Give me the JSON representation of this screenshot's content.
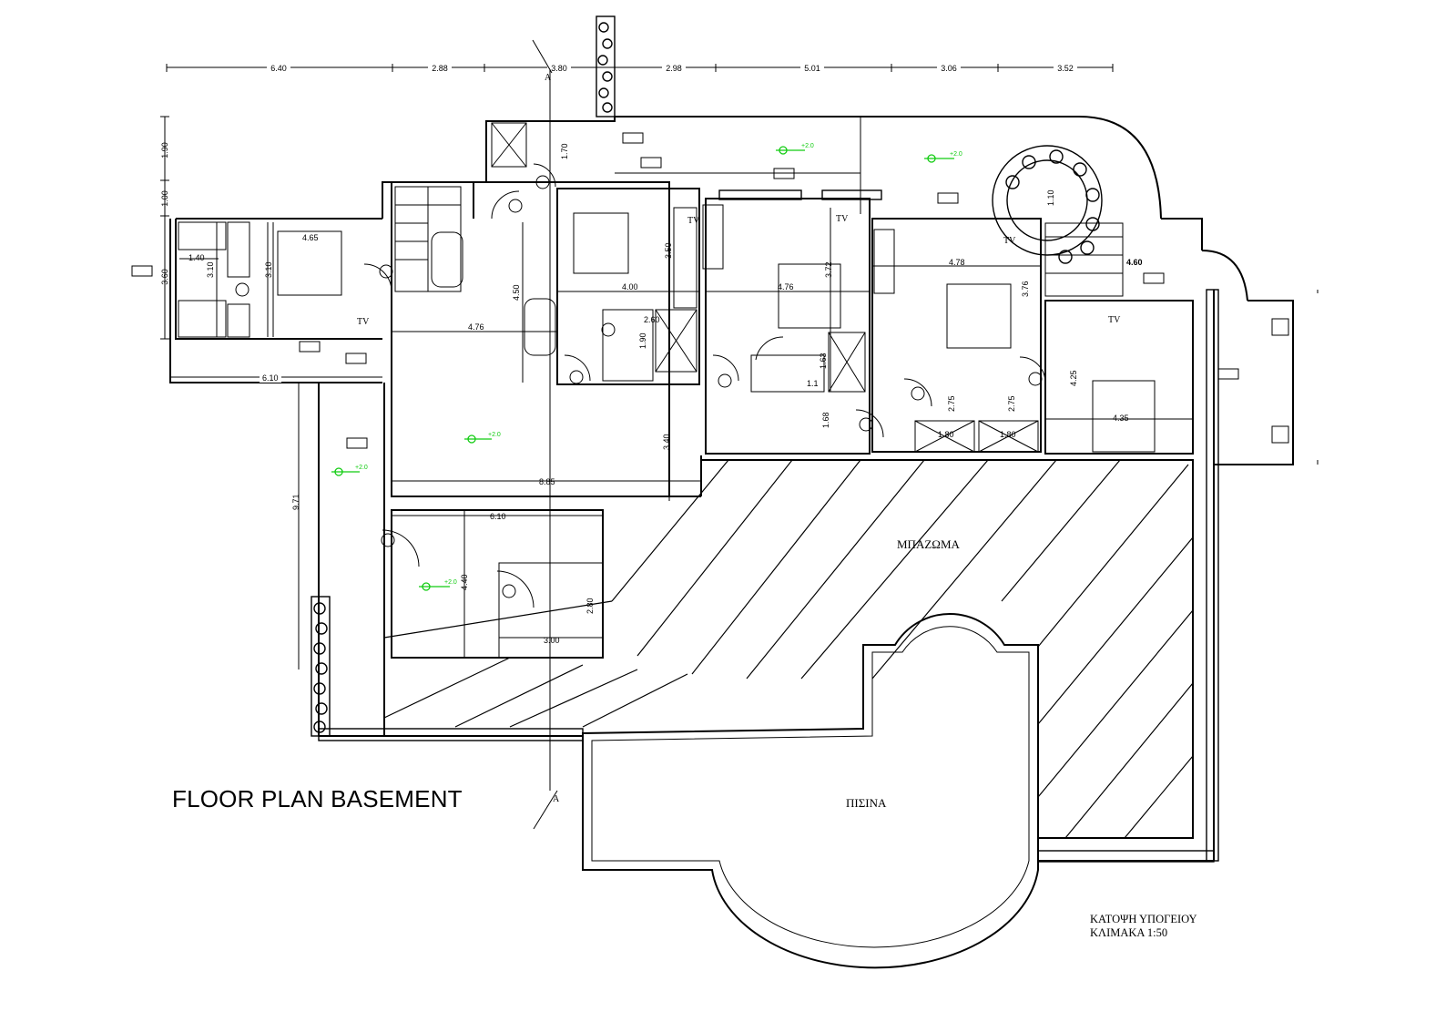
{
  "title": "FLOOR PLAN BASEMENT",
  "scale_note": {
    "line1": "ΚΑΤΟΨΗ ΥΠΟΓΕΙΟΥ",
    "line2": "ΚΛΙΜΑΚΑ 1:50"
  },
  "rooms": {
    "terrace": "ΜΠΑΖΩΜΑ",
    "pool": "ΠΙΣΙΝΑ"
  },
  "top_dimensions": [
    "6.40",
    "2.88",
    "3.80",
    "2.98",
    "5.01",
    "3.06",
    "3.52"
  ],
  "left_dimensions": [
    "1.90",
    "1.00",
    "3.60"
  ],
  "interior_dimensions": {
    "d1": "1.40",
    "d2": "3.10",
    "d3": "3.10",
    "d4": "4.65",
    "d5": "4.76",
    "d6": "4.50",
    "d7": "6.10",
    "d8": "9.71",
    "d9": "8.85",
    "d10": "3.40",
    "d11": "6.10",
    "d12": "4.40",
    "d13": "2.80",
    "d14": "3.00",
    "d15": "4.00",
    "d16": "3.50",
    "d17": "2.60",
    "d18": "1.90",
    "d19": "1.70",
    "d20": "4.76",
    "d21": "3.72",
    "d22": "1.63",
    "d23": "1.68",
    "d24": "4.78",
    "d25": "3.76",
    "d26": "2.75",
    "d27": "2.75",
    "d28": "1.80",
    "d29": "1.80",
    "d30": "4.25",
    "d31": "4.35",
    "d32": "4.60",
    "d33": "1.10",
    "d34": "1.1"
  },
  "tv_labels": [
    "TV",
    "TV",
    "TV",
    "TV",
    "TV",
    "TV"
  ],
  "section_markers": [
    "A",
    "A"
  ],
  "level_marks": [
    "+2.0",
    "+2.0",
    "+2.0",
    "+2.0",
    "+2.0"
  ],
  "colors": {
    "lines": "#000000",
    "level_marker": "#11cc11",
    "background": "#ffffff"
  }
}
